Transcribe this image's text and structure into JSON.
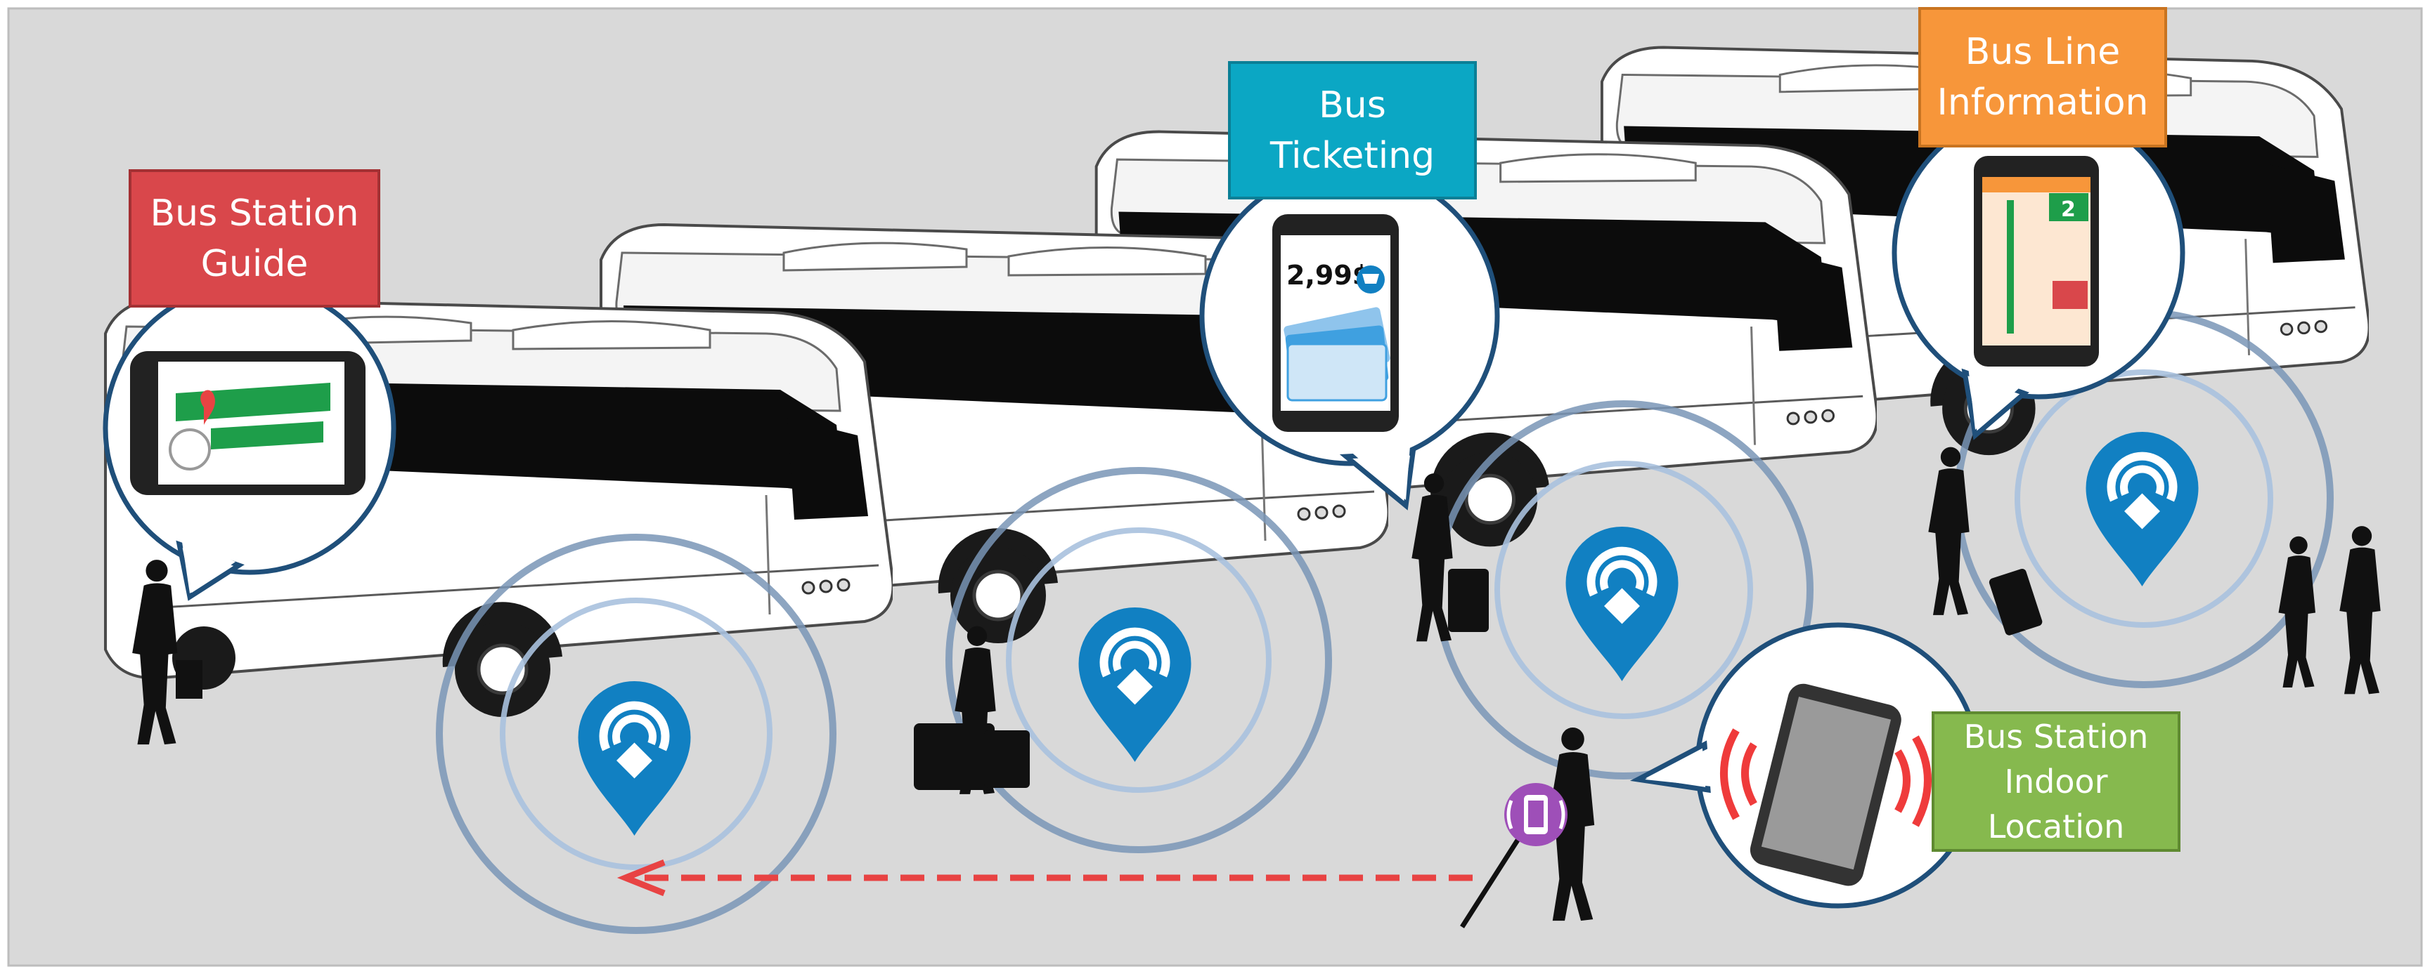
{
  "labels": {
    "bus_station_guide": "Bus Station\nGuide",
    "bus_ticketing": "Bus\nTicketing",
    "bus_line_information": "Bus Line\nInformation",
    "bus_station_indoor_location": "Bus Station\nIndoor\nLocation"
  },
  "phone_screens": {
    "ticket_price": "2,99$",
    "line_number": "2"
  },
  "colors": {
    "background": "#d9d9d9",
    "guide_label": "#d9474b",
    "ticketing_label": "#0ba7c4",
    "line_info_label": "#f7963a",
    "indoor_label": "#86b94e",
    "beacon_pin": "#1180c2",
    "callout_border": "#1f4f7a",
    "dashed_arrow": "#e84343",
    "ring_light": "#a8c1de",
    "ring_dark": "#7995b6",
    "vibration_waves": "#ef3b3b",
    "blind_user_icon": "#9e4fb8"
  },
  "icons": [
    "beacon-pin-icon",
    "cart-icon",
    "phone-icon",
    "map-pin-icon",
    "vibration-icon"
  ]
}
